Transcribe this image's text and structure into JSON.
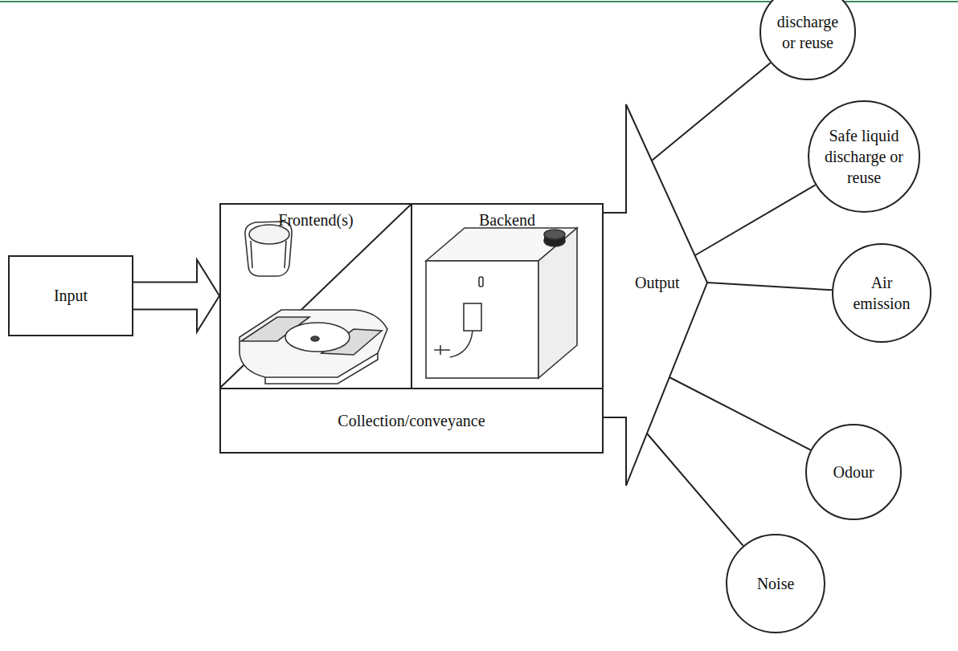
{
  "diagram": {
    "nodes": [
      {
        "text": [
          "Input"
        ]
      },
      {
        "text": [
          "Frontend(s)"
        ]
      },
      {
        "text": [
          "Backend"
        ]
      },
      {
        "text": [
          "Collection/conveyance"
        ]
      },
      {
        "text": [
          "Output"
        ]
      },
      {
        "text": [
          "discharge or reuse"
        ]
      },
      {
        "text": [
          "Safe liquid discharge or reuse"
        ]
      },
      {
        "text": [
          "Air emission"
        ]
      },
      {
        "text": [
          "Odour"
        ]
      },
      {
        "text": [
          "Noise"
        ]
      }
    ],
    "edges": [
      {
        "from": 0,
        "to": 1,
        "arrow": "to"
      },
      {
        "from": 4,
        "to": 5,
        "arrow": "none"
      },
      {
        "from": 4,
        "to": 6,
        "arrow": "none"
      },
      {
        "from": 4,
        "to": 7,
        "arrow": "none"
      },
      {
        "from": 4,
        "to": 8,
        "arrow": "none"
      },
      {
        "from": 4,
        "to": 9,
        "arrow": "none"
      }
    ]
  }
}
